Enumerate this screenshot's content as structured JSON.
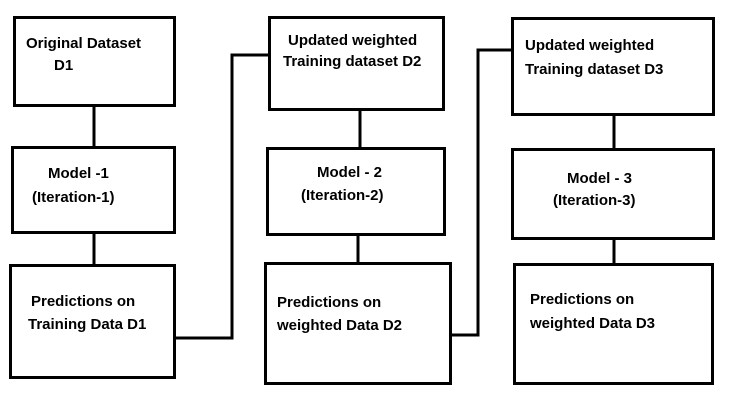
{
  "boxes": {
    "original_dataset": {
      "line1": "Original Dataset",
      "line2": "D1"
    },
    "model_1": {
      "line1": "Model -1",
      "line2": "(Iteration-1)"
    },
    "predictions_1": {
      "line1": "Predictions on",
      "line2": "Training Data D1"
    },
    "updated_dataset_2": {
      "line1": "Updated weighted",
      "line2": "Training dataset D2"
    },
    "model_2": {
      "line1": "Model - 2",
      "line2": "(Iteration-2)"
    },
    "predictions_2": {
      "line1": "Predictions on",
      "line2": "weighted Data D2"
    },
    "updated_dataset_3": {
      "line1": "Updated weighted",
      "line2": "Training dataset D3"
    },
    "model_3": {
      "line1": "Model - 3",
      "line2": "(Iteration-3)"
    },
    "predictions_3": {
      "line1": "Predictions on",
      "line2": "weighted Data D3"
    }
  },
  "colors": {
    "stroke": "#000000",
    "background": "#ffffff"
  }
}
